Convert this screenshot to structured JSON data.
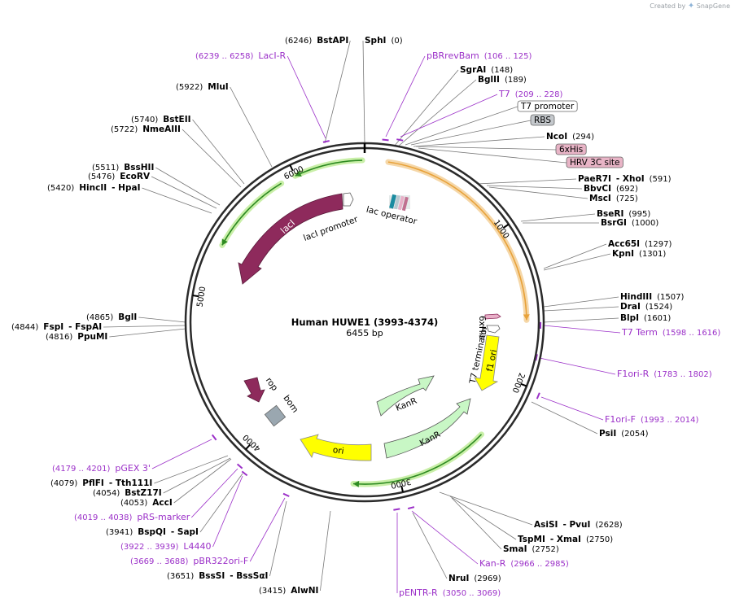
{
  "brand": {
    "created_by": "Created by",
    "app_name": "SnapGene"
  },
  "plasmid": {
    "name": "Human HUWE1 (3993-4374)",
    "size": "6455 bp"
  },
  "ticks": [
    "1000",
    "2000",
    "3000",
    "4000",
    "5000",
    "6000"
  ],
  "features": {
    "lacI": "lacI",
    "lacI_promoter": "lacI promoter",
    "lac_operator": "lac operator",
    "f1_ori": "f1 ori",
    "T7_terminator": "T7 terminator",
    "sixHis": "6xHis",
    "KanR_1": "KanR",
    "KanR_2": "KanR",
    "ori": "ori",
    "rop": "rop",
    "bom": "bom"
  },
  "labels": [
    {
      "id": "BstAPI",
      "pos": "(6246)",
      "name": "BstAPI"
    },
    {
      "id": "SphI",
      "pos": "(0)",
      "name": "SphI"
    },
    {
      "id": "LacI-R",
      "range": "(6239 .. 6258)",
      "name": "LacI-R",
      "primer": true
    },
    {
      "id": "pBRrevBam",
      "range": "(106 .. 125)",
      "name": "pBRrevBam",
      "primer": true
    },
    {
      "id": "SgrAI",
      "pos": "(148)",
      "name": "SgrAI"
    },
    {
      "id": "BglII",
      "pos": "(189)",
      "name": "BglII"
    },
    {
      "id": "MluI",
      "pos": "(5922)",
      "name": "MluI"
    },
    {
      "id": "T7",
      "range": "(209 .. 228)",
      "name": "T7",
      "primer": true
    },
    {
      "id": "T7promoter",
      "name": "T7 promoter"
    },
    {
      "id": "RBS",
      "name": "RBS"
    },
    {
      "id": "BstEII",
      "pos": "(5740)",
      "name": "BstEII"
    },
    {
      "id": "NmeAIII",
      "pos": "(5722)",
      "name": "NmeAIII"
    },
    {
      "id": "NcoI",
      "pos": "(294)",
      "name": "NcoI"
    },
    {
      "id": "6xHis",
      "name": "6xHis"
    },
    {
      "id": "HRV3C",
      "name": "HRV 3C site"
    },
    {
      "id": "BssHII",
      "pos": "(5511)",
      "name": "BssHII"
    },
    {
      "id": "EcoRV",
      "pos": "(5476)",
      "name": "EcoRV"
    },
    {
      "id": "HincII",
      "pos": "(5420)",
      "name": "HincII",
      "name2": "- HpaI"
    },
    {
      "id": "PaeR7I",
      "pos": "(591)",
      "name": "PaeR7I",
      "name2": "- XhoI"
    },
    {
      "id": "BbvCI",
      "pos": "(692)",
      "name": "BbvCI"
    },
    {
      "id": "MscI",
      "pos": "(725)",
      "name": "MscI"
    },
    {
      "id": "BseRI",
      "pos": "(995)",
      "name": "BseRI"
    },
    {
      "id": "BsrGI",
      "pos": "(1000)",
      "name": "BsrGI"
    },
    {
      "id": "Acc65I",
      "pos": "(1297)",
      "name": "Acc65I"
    },
    {
      "id": "KpnI",
      "pos": "(1301)",
      "name": "KpnI"
    },
    {
      "id": "HindIII",
      "pos": "(1507)",
      "name": "HindIII"
    },
    {
      "id": "DraI",
      "pos": "(1524)",
      "name": "DraI"
    },
    {
      "id": "BlpI",
      "pos": "(1601)",
      "name": "BlpI"
    },
    {
      "id": "T7Term",
      "range": "(1598 .. 1616)",
      "name": "T7 Term",
      "primer": true
    },
    {
      "id": "BglI",
      "pos": "(4865)",
      "name": "BglI"
    },
    {
      "id": "FspI",
      "pos": "(4844)",
      "name": "FspI",
      "name2": "- FspAI"
    },
    {
      "id": "PpuMI",
      "pos": "(4816)",
      "name": "PpuMI"
    },
    {
      "id": "F1ori-R",
      "range": "(1783 .. 1802)",
      "name": "F1ori-R",
      "primer": true
    },
    {
      "id": "F1ori-F",
      "range": "(1993 .. 2014)",
      "name": "F1ori-F",
      "primer": true
    },
    {
      "id": "PsiI",
      "pos": "(2054)",
      "name": "PsiI"
    },
    {
      "id": "pGEX3",
      "range": "(4179 .. 4201)",
      "name": "pGEX 3'",
      "primer": true
    },
    {
      "id": "PflFI",
      "pos": "(4079)",
      "name": "PflFI",
      "name2": "- Tth111I"
    },
    {
      "id": "BstZ17I",
      "pos": "(4054)",
      "name": "BstZ17I"
    },
    {
      "id": "AccI",
      "pos": "(4053)",
      "name": "AccI"
    },
    {
      "id": "pRS-marker",
      "range": "(4019 .. 4038)",
      "name": "pRS-marker",
      "primer": true
    },
    {
      "id": "BspQI",
      "pos": "(3941)",
      "name": "BspQI",
      "name2": "- SapI"
    },
    {
      "id": "L4440",
      "range": "(3922 .. 3939)",
      "name": "L4440",
      "primer": true
    },
    {
      "id": "pBR322ori-F",
      "range": "(3669 .. 3688)",
      "name": "pBR322ori-F",
      "primer": true
    },
    {
      "id": "BssSI",
      "pos": "(3651)",
      "name": "BssSI",
      "name2": "- BssSαI"
    },
    {
      "id": "AlwNI",
      "pos": "(3415)",
      "name": "AlwNI"
    },
    {
      "id": "AsiSI",
      "pos": "(2628)",
      "name": "AsiSI",
      "name2": "- PvuI"
    },
    {
      "id": "TspMI",
      "pos": "(2750)",
      "name": "TspMI",
      "name2": "- XmaI"
    },
    {
      "id": "SmaI",
      "pos": "(2752)",
      "name": "SmaI"
    },
    {
      "id": "Kan-R",
      "range": "(2966 .. 2985)",
      "name": "Kan-R",
      "primer": true
    },
    {
      "id": "NruI",
      "pos": "(2969)",
      "name": "NruI"
    },
    {
      "id": "pENTR-R",
      "range": "(3050 .. 3069)",
      "name": "pENTR-R",
      "primer": true
    }
  ],
  "colors": {
    "backbone": "#2b2b2b",
    "lacI": "#8e2a5c",
    "green_arrow": "#2e8b22",
    "green_glow": "#c9efa8",
    "orange_insert": "#e8a23a",
    "orange_glow": "#f5d7a8",
    "yellow": "#ffff00",
    "light_green": "#c8f7c5",
    "primer": "#9b30c8",
    "bom": "#9aa7b0"
  }
}
